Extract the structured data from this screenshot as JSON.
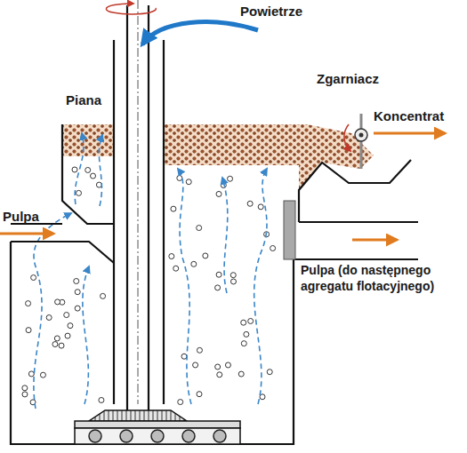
{
  "diagram": {
    "labels": [
      "Powietrze",
      "Zgarniacz",
      "Koncentrat",
      "Piana",
      "Pulpa",
      "Pulpa (do następnego agregatu flotacyjnego)"
    ]
  }
}
